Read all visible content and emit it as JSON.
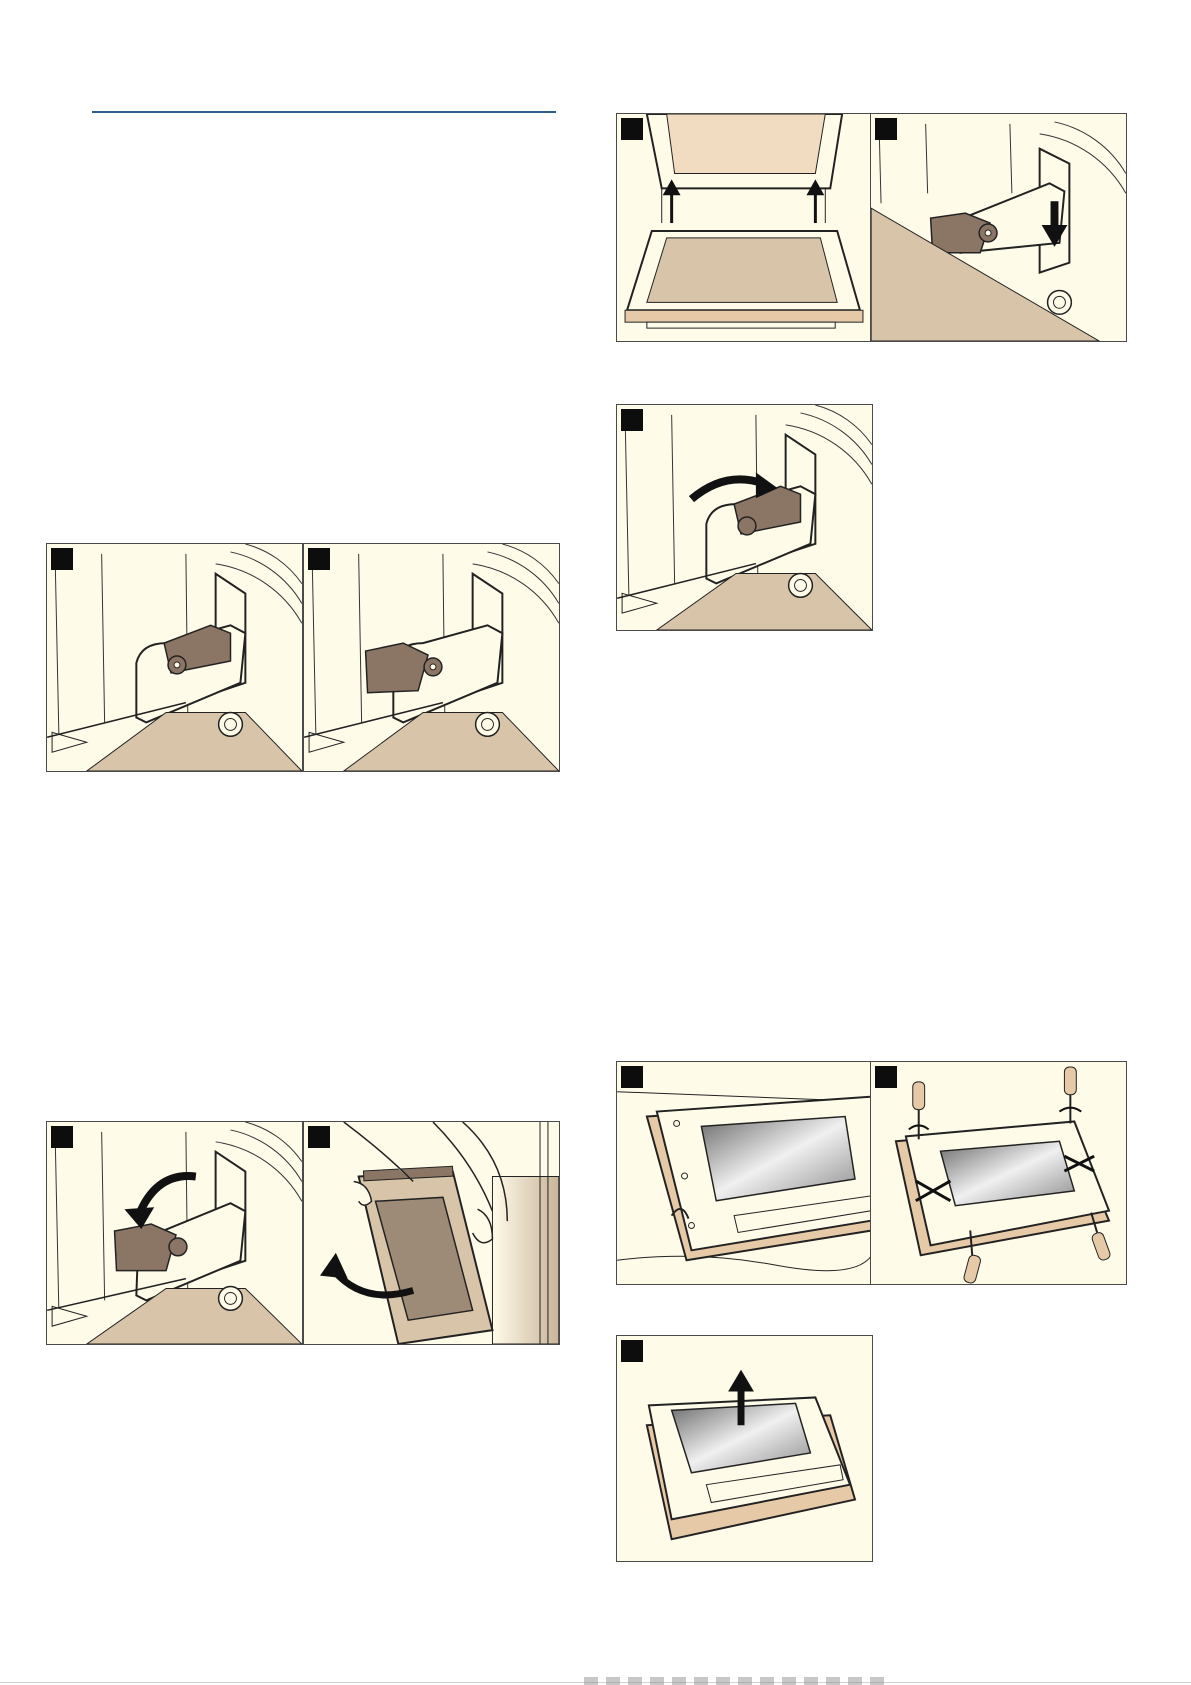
{
  "page": {
    "accent_color": "#2f5d8a"
  },
  "panels": [
    {
      "id": "hinge-closed",
      "icon": "hinge-lever-closed-icon"
    },
    {
      "id": "hinge-opened",
      "icon": "hinge-lever-opened-icon"
    },
    {
      "id": "hinge-fold-down",
      "icon": "hinge-fold-down-icon"
    },
    {
      "id": "door-lift-out",
      "icon": "door-lift-out-icon"
    },
    {
      "id": "door-reinsert",
      "icon": "door-reinsert-icon"
    },
    {
      "id": "hinge-push-down",
      "icon": "hinge-push-down-icon"
    },
    {
      "id": "hinge-fold-up",
      "icon": "hinge-fold-up-icon"
    },
    {
      "id": "door-cover-panel",
      "icon": "door-cover-panel-icon"
    },
    {
      "id": "door-unscrew",
      "icon": "screwdriver-icon"
    },
    {
      "id": "glass-lift-out",
      "icon": "glass-lift-out-icon"
    }
  ]
}
